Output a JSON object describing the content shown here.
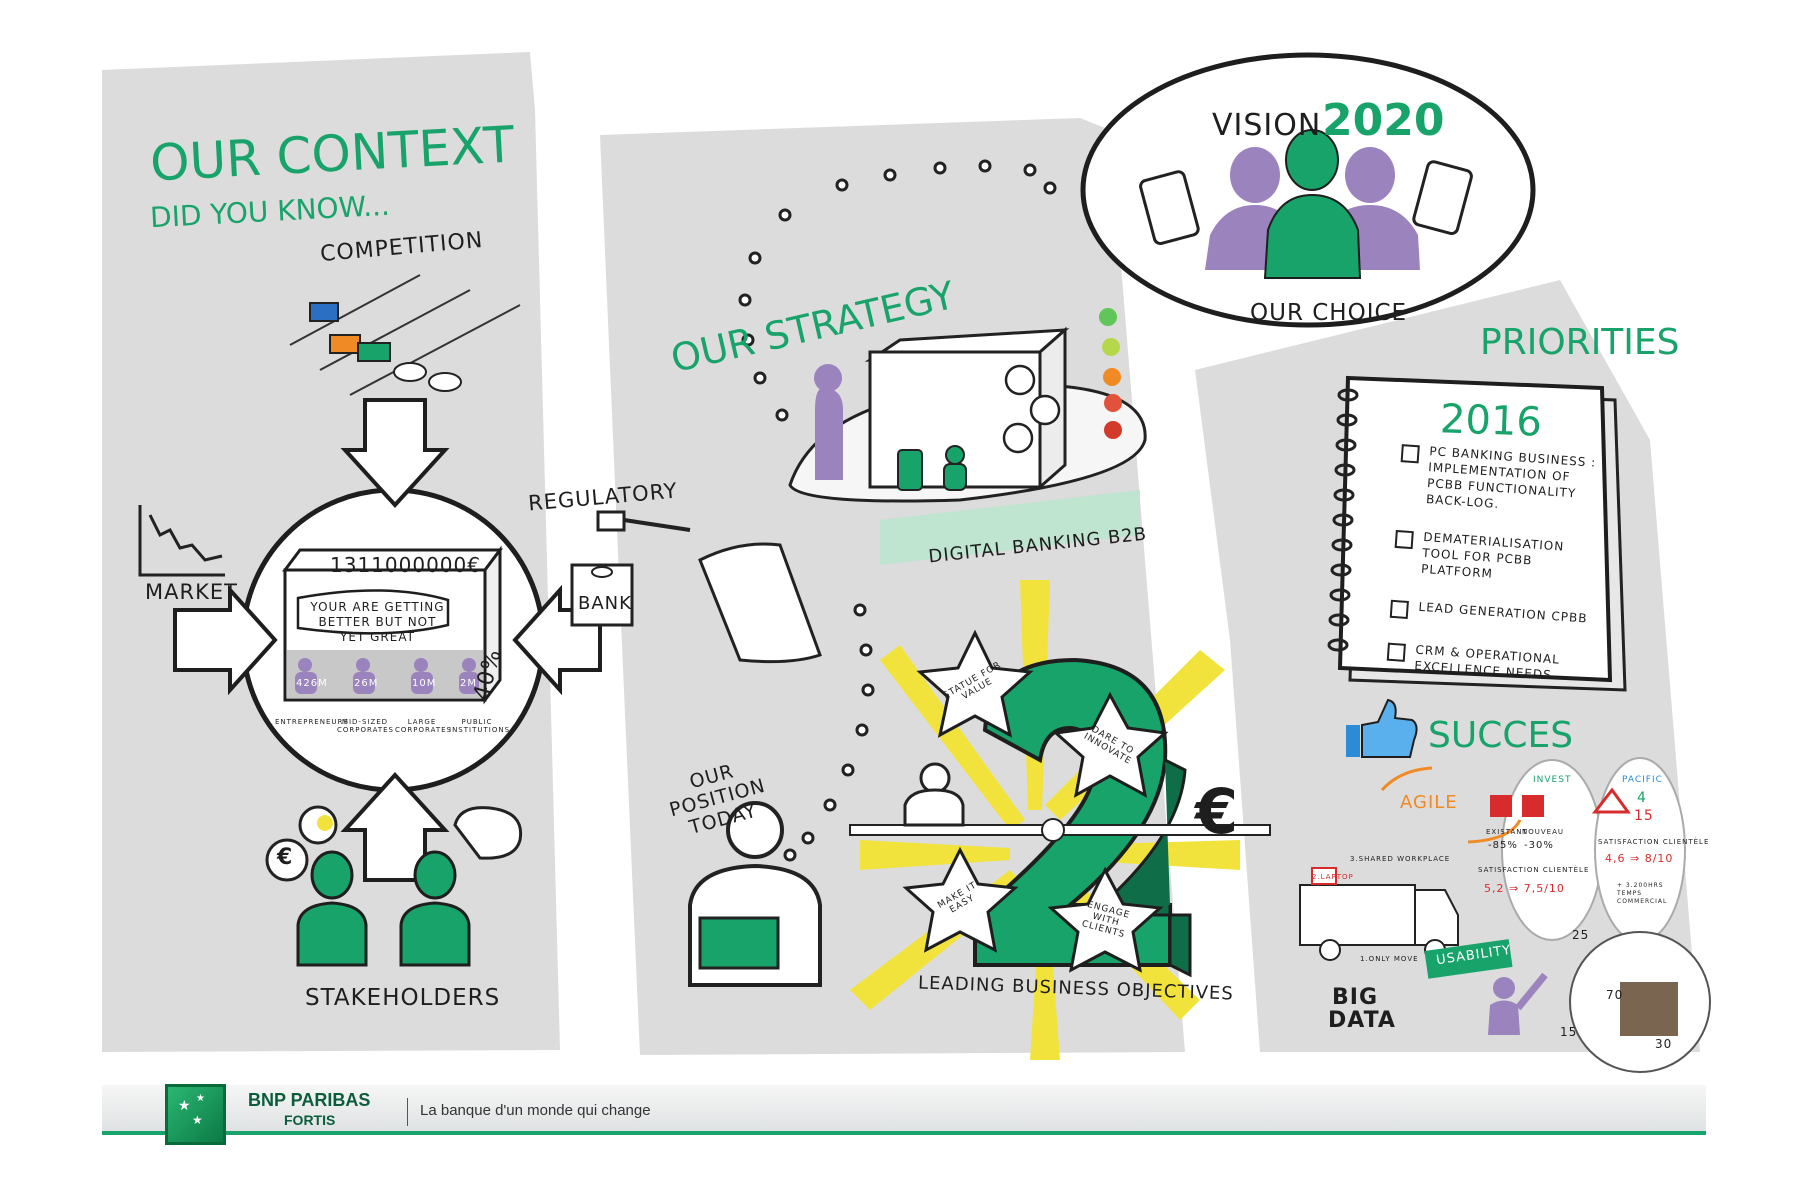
{
  "context": {
    "title": "OUR CONTEXT",
    "subtitle": "DID YOU KNOW...",
    "competition_label": "COMPETITION",
    "market_label": "MARKET",
    "regulatory_label": "REGULATORY",
    "bank_label": "BANK",
    "box_total": "1311000000€",
    "speech": "YOUR ARE GETTING BETTER BUT NOT YET GREAT",
    "share": "40%",
    "segments": [
      {
        "value": "426M",
        "label": "ENTREPRENEURS"
      },
      {
        "value": "26M",
        "label": "MID-SIZED CORPORATES"
      },
      {
        "value": "10M",
        "label": "LARGE CORPORATES"
      },
      {
        "value": "2M",
        "label": "PUBLIC INSTITUTIONS"
      }
    ],
    "stakeholders_label": "STAKEHOLDERS"
  },
  "strategy": {
    "title": "OUR STRATEGY",
    "digital_banking": "DIGITAL BANKING B2B",
    "position_today": "OUR POSITION TODAY",
    "objectives": "LEADING BUSINESS OBJECTIVES",
    "stars": [
      "STATUE FOR VALUE",
      "DARE TO INNOVATE",
      "MAKE IT EASY",
      "ENGAGE WITH CLIENTS"
    ],
    "big_number": "2",
    "euro": "€"
  },
  "vision": {
    "title_a": "VISION",
    "title_b": "2020",
    "choice": "OUR CHOICE"
  },
  "priorities": {
    "title": "PRIORITIES",
    "year": "2016",
    "items": [
      "PC BANKING BUSINESS : IMPLEMENTATION OF PCBB FUNCTIONALITY BACK-LOG.",
      "DEMATERIALISATION TOOL FOR PCBB PLATFORM",
      "LEAD GENERATION CPBB",
      "CRM & OPERATIONAL EXCELLENCE NEEDS"
    ]
  },
  "succes": {
    "title": "SUCCES",
    "agile": "AGILE",
    "invest": "INVEST",
    "pacific": "PACIFIC",
    "existant": "EXISTANT",
    "nouveau": "NOUVEAU",
    "pct_a": "-85%",
    "pct_b": "-30%",
    "satisfaction": "SATISFACTION CLIENTÈLE",
    "sat_a": "5,2 ⇒ 7,5/10",
    "sat_b": "4,6 ⇒ 8/10",
    "four": "4",
    "fifteen": "15",
    "hours": "+ 3.200HRS TEMPS COMMERCIAL",
    "shared": "3.SHARED WORKPLACE",
    "laptop": "2.LAPTOP",
    "move": "1.ONLY MOVE",
    "usability": "USABILITY",
    "big": "BIG",
    "data": "DATA",
    "n25": "25",
    "n70": "70",
    "n15": "15",
    "n30": "30"
  },
  "footer": {
    "brand": "BNP PARIBAS",
    "sub": "FORTIS",
    "tagline": "La banque d'un monde qui change"
  },
  "colors": {
    "green": "#18a36a",
    "purple": "#9b83be",
    "yellow": "#f2e33c",
    "grey": "#dcdcdc"
  }
}
